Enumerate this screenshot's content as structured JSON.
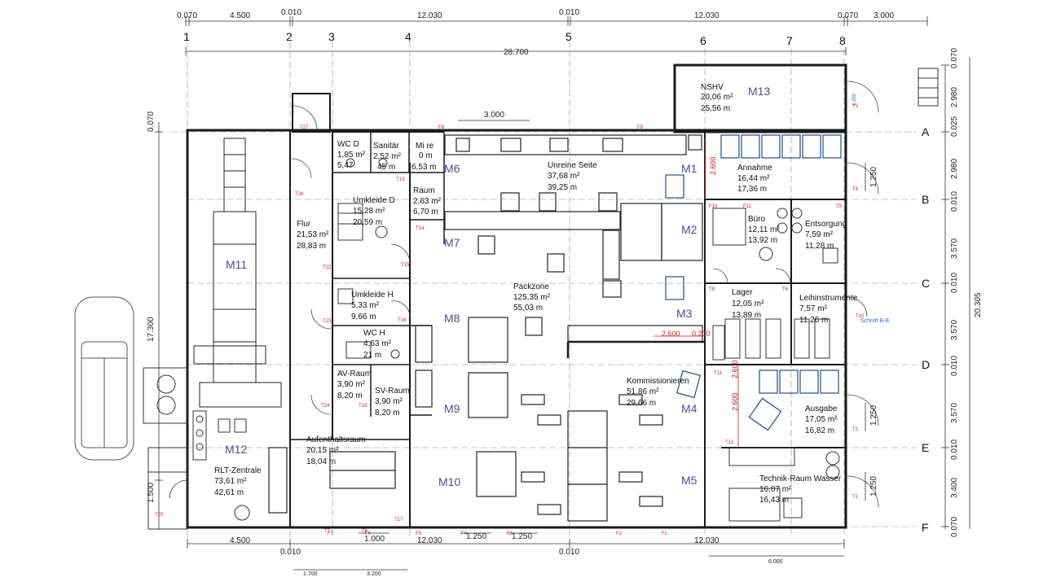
{
  "dims": {
    "top": [
      "0.070",
      "4.500",
      "0.010",
      "12.030",
      "0.010",
      "12.030",
      "0.070",
      "3.000"
    ],
    "top_total": "28.700",
    "bottom": [
      "4.500",
      "0.010",
      "1.000",
      "12.030",
      "1.250",
      "1.250",
      "0.010",
      "12.030"
    ],
    "bottom_extra": [
      "1.700",
      "3.200",
      "6.000"
    ],
    "door_top": "3.000",
    "right": [
      "0.070",
      "2.980",
      "0.025",
      "2.980",
      "0.010",
      "3.570",
      "0.010",
      "3.570",
      "0.010",
      "3.570",
      "0.010",
      "3.400",
      "0.070"
    ],
    "right_total": "20.305",
    "left_total": "17.300",
    "left_a": "0.070",
    "left_b": "1.500",
    "door_side": [
      "1.250",
      "1.250",
      "1.250",
      "1.250"
    ]
  },
  "axes": {
    "cols": [
      "1",
      "2",
      "3",
      "4",
      "5",
      "6",
      "7",
      "8"
    ],
    "rows": [
      "A",
      "B",
      "C",
      "D",
      "E",
      "F"
    ]
  },
  "rooms": {
    "nshv": {
      "name": "NSHV",
      "area": "20,06 m²",
      "perimeter": "25,56 m"
    },
    "unreine": {
      "name": "Unreine Seite",
      "area": "37,68 m²",
      "perimeter": "39,25 m"
    },
    "annahme": {
      "name": "Annahme",
      "area": "16,44 m²",
      "perimeter": "17,36 m"
    },
    "wcd": {
      "name": "WC D",
      "area": "1,85 m²",
      "perimeter": "5,47"
    },
    "sanitaer": {
      "name": "Sanitär",
      "area": "2,52 m²",
      "perimeter": "45 m"
    },
    "mi": {
      "name": "Mi re",
      "area": "0 m",
      "perimeter": "6,53 m"
    },
    "raum": {
      "name": "Raum",
      "area": "2,63 m²",
      "perimeter": "6,70 m"
    },
    "umkleide_d": {
      "name": "Umkleide D",
      "area": "15,28 m²",
      "perimeter": "20,59 m"
    },
    "flur": {
      "name": "Flur",
      "area": "21,53 m²",
      "perimeter": "28,83 m"
    },
    "buero": {
      "name": "Büro",
      "area": "12,11 m²",
      "perimeter": "13,92 m"
    },
    "entsorgung": {
      "name": "Entsorgung",
      "area": "7,59 m²",
      "perimeter": "11,28 m"
    },
    "umkleide_h": {
      "name": "Umkleide H",
      "area": "5,33 m²",
      "perimeter": "9,66 m"
    },
    "packzone": {
      "name": "Packzone",
      "area": "125,35 m²",
      "perimeter": "55,03 m"
    },
    "lager": {
      "name": "Lager",
      "area": "12,05 m²",
      "perimeter": "13,89 m"
    },
    "leih": {
      "name": "Leihinstrumente",
      "area": "7,57 m²",
      "perimeter": "11,26 m"
    },
    "wch": {
      "name": "WC H",
      "area": "4,63 m²",
      "perimeter": "21 m"
    },
    "av": {
      "name": "AV-Raum",
      "area": "3,90 m²",
      "perimeter": "8,20 m"
    },
    "sv": {
      "name": "SV-Raum",
      "area": "3,90 m²",
      "perimeter": "8,20 m"
    },
    "kommission": {
      "name": "Kommissionieren",
      "area": "51,86 m²",
      "perimeter": "29,66 m"
    },
    "ausgabe": {
      "name": "Ausgabe",
      "area": "17,05 m²",
      "perimeter": "16,82 m"
    },
    "aufenthalt": {
      "name": "Aufenthaltsraum",
      "area": "20,15 m²",
      "perimeter": "18,04 m"
    },
    "rlt": {
      "name": "RLT-Zentrale",
      "area": "73,61 m²",
      "perimeter": "42,61 m"
    },
    "technik": {
      "name": "Technik-Raum Wasser",
      "area": "16,07 m²",
      "perimeter": "16,43 m"
    }
  },
  "modules": [
    "M1",
    "M2",
    "M3",
    "M4",
    "M5",
    "M6",
    "M7",
    "M8",
    "M9",
    "M10",
    "M11",
    "M12",
    "M13"
  ],
  "red_dims": [
    "2.600",
    "2.600",
    "2.600",
    "0.200",
    "2.600"
  ],
  "door_tags": [
    "T1",
    "T2",
    "T3",
    "T4",
    "T5",
    "T6",
    "T7",
    "T8",
    "T9",
    "T10",
    "T11",
    "T12",
    "T13",
    "T14",
    "T15",
    "T16",
    "T17",
    "T18",
    "T22",
    "T23",
    "T24",
    "T25",
    "T26",
    "T27"
  ],
  "window_tags": [
    "F1",
    "F2",
    "F3",
    "F4",
    "F5",
    "F6",
    "F7",
    "F8",
    "F9",
    "F10",
    "F11"
  ],
  "section_label": "Schnitt B-B",
  "colors": {
    "wall": "#1a1a1a",
    "grid": "#8a8a8a",
    "module": "#4a4aa0",
    "dim_red": "#d21c1c",
    "equipment_blue": "#1f4e8c"
  }
}
